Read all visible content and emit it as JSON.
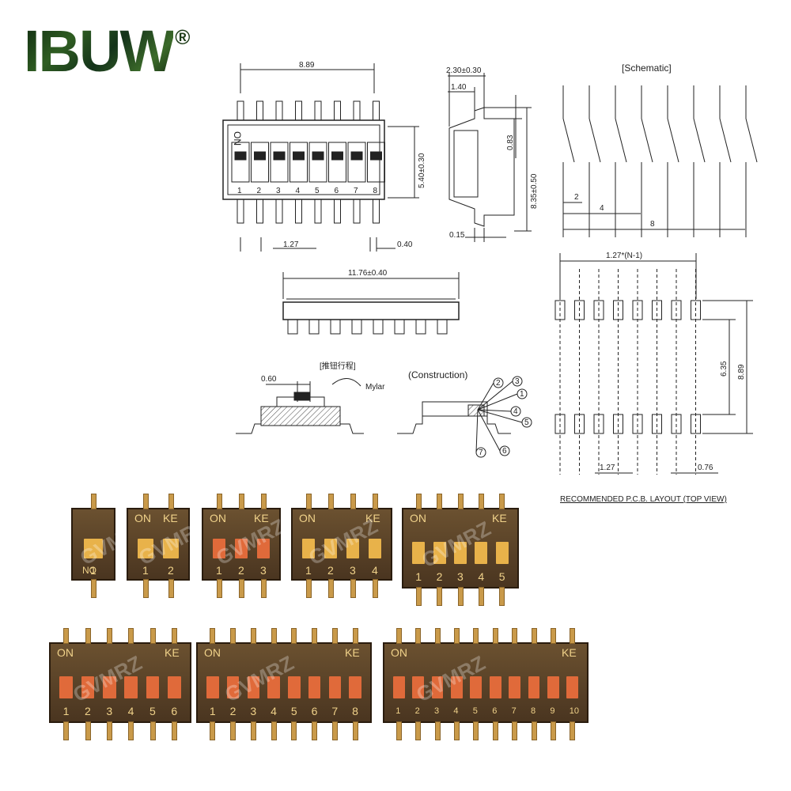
{
  "brand": {
    "name": "IBUW",
    "reg": "®"
  },
  "drawing": {
    "top_width": "8.89",
    "top_height": "5.40±0.30",
    "pitch": "1.27",
    "pin_width": "0.40",
    "on_label": "ON",
    "switch_numbers": [
      "1",
      "2",
      "3",
      "4",
      "5",
      "6",
      "7",
      "8"
    ],
    "side_top": "2.30±0.30",
    "side_140": "1.40",
    "side_083": "0.83",
    "side_height": "8.35±0.50",
    "side_015": "0.15",
    "schematic_title": "[Schematic]",
    "schematic_dims": [
      "2",
      "4",
      "8"
    ],
    "front_width": "11.76±0.40",
    "travel_title": "[推钮行程]",
    "travel_060": "0.60",
    "mylar": "Mylar",
    "construction_title": "(Construction)",
    "construction_parts": [
      "1",
      "2",
      "3",
      "4",
      "5",
      "6",
      "7"
    ],
    "pcb_pitch_total": "1.27*(N-1)",
    "pcb_635": "6.35",
    "pcb_889": "8.89",
    "pcb_127": "1.27",
    "pcb_076": "0.76",
    "pcb_caption": "RECOMMENDED P.C.B. LAYOUT (TOP VIEW)"
  },
  "photos": {
    "watermark": "GVMRZ",
    "on": "ON",
    "ke": "KE",
    "no": "NO",
    "switches": [
      {
        "positions": 1,
        "labels": [
          "1"
        ]
      },
      {
        "positions": 2,
        "labels": [
          "1",
          "2"
        ]
      },
      {
        "positions": 3,
        "labels": [
          "1",
          "2",
          "3"
        ]
      },
      {
        "positions": 4,
        "labels": [
          "1",
          "2",
          "3",
          "4"
        ]
      },
      {
        "positions": 5,
        "labels": [
          "1",
          "2",
          "3",
          "4",
          "5"
        ]
      },
      {
        "positions": 6,
        "labels": [
          "1",
          "2",
          "3",
          "4",
          "5",
          "6"
        ]
      },
      {
        "positions": 8,
        "labels": [
          "1",
          "2",
          "3",
          "4",
          "5",
          "6",
          "7",
          "8"
        ]
      },
      {
        "positions": 10,
        "labels": [
          "1",
          "2",
          "3",
          "4",
          "5",
          "6",
          "7",
          "8",
          "9",
          "10"
        ]
      }
    ]
  }
}
